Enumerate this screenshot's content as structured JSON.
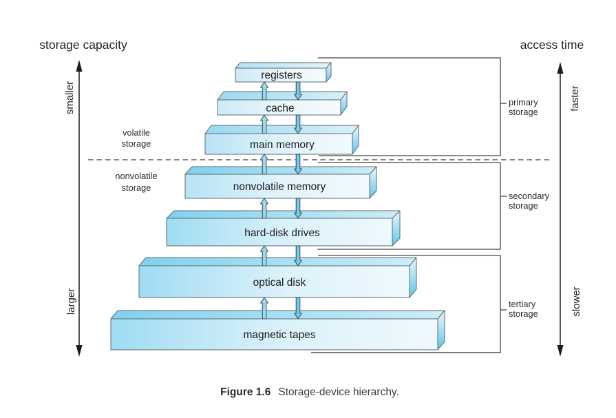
{
  "titles": {
    "left": "storage capacity",
    "right": "access time"
  },
  "left_axis": {
    "top_label": "smaller",
    "bottom_label": "larger"
  },
  "right_axis": {
    "top_label": "faster",
    "bottom_label": "slower"
  },
  "region_labels": {
    "volatile": {
      "line1": "volatile",
      "line2": "storage"
    },
    "nonvolatile": {
      "line1": "nonvolatile",
      "line2": "storage"
    }
  },
  "levels": [
    "registers",
    "cache",
    "main memory",
    "nonvolatile memory",
    "hard-disk drives",
    "optical disk",
    "magnetic tapes"
  ],
  "brackets": [
    {
      "line1": "primary",
      "line2": "storage"
    },
    {
      "line1": "secondary",
      "line2": "storage"
    },
    {
      "line1": "tertiary",
      "line2": "storage"
    }
  ],
  "caption": {
    "figure_label": "Figure 1.6",
    "text": "Storage-device hierarchy."
  },
  "colors": {
    "box_blue": "#a0dcf3",
    "box_highlight": "#f3fafd",
    "up_arrow_fill": "#96daf3",
    "down_arrow_fill": "#5fc7ec",
    "line_color": "#454545"
  }
}
